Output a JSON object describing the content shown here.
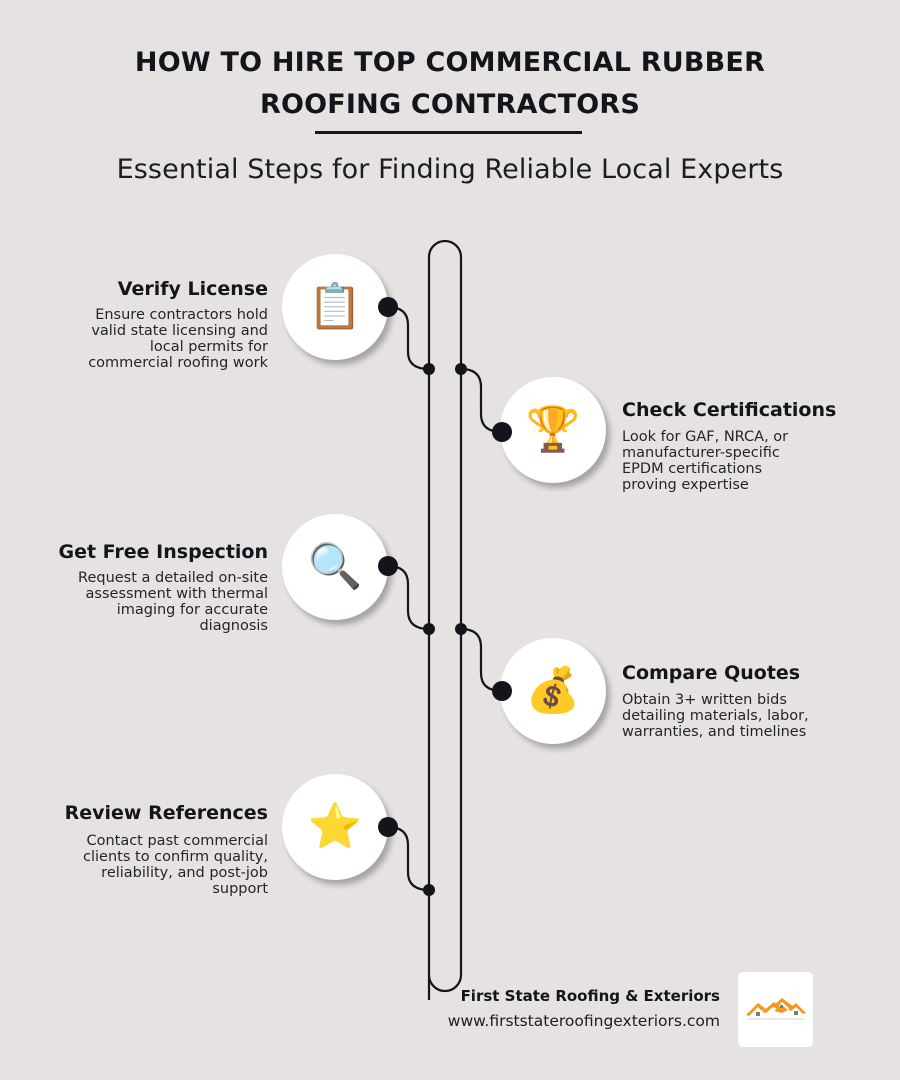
{
  "header": {
    "title_line1": "HOW TO HIRE TOP COMMERCIAL RUBBER",
    "title_line2": "ROOFING CONTRACTORS",
    "subtitle": "Essential Steps for Finding Reliable Local Experts"
  },
  "steps": [
    {
      "side": "left",
      "icon": "clipboard-icon",
      "glyph": "📋",
      "title": "Verify License",
      "desc_lines": [
        "Ensure contractors hold",
        "valid state licensing and",
        "local permits for",
        "commercial roofing work"
      ]
    },
    {
      "side": "right",
      "icon": "trophy-icon",
      "glyph": "🏆",
      "title": "Check Certifications",
      "desc_lines": [
        "Look for GAF, NRCA, or",
        "manufacturer-specific",
        "EPDM certifications",
        "proving expertise"
      ]
    },
    {
      "side": "left",
      "icon": "magnifying-glass-icon",
      "glyph": "🔍",
      "title": "Get Free Inspection",
      "desc_lines": [
        "Request a detailed on-site",
        "assessment with thermal",
        "imaging for accurate",
        "diagnosis"
      ]
    },
    {
      "side": "right",
      "icon": "money-bag-icon",
      "glyph": "💰",
      "title": "Compare Quotes",
      "desc_lines": [
        "Obtain 3+ written bids",
        "detailing materials, labor,",
        "warranties, and timelines"
      ]
    },
    {
      "side": "left",
      "icon": "star-icon",
      "glyph": "⭐",
      "title": "Review References",
      "desc_lines": [
        "Contact past commercial",
        "clients to confirm quality,",
        "reliability, and post-job",
        "support"
      ]
    }
  ],
  "footer": {
    "company": "First State Roofing & Exteriors",
    "url": "www.firststateroofingexteriors.com",
    "logo_icon": "roof-logo-icon"
  },
  "colors": {
    "background": "#e6e2e1",
    "ink": "#14141c",
    "logo_orange": "#f39a1e",
    "circle": "#ffffff"
  }
}
